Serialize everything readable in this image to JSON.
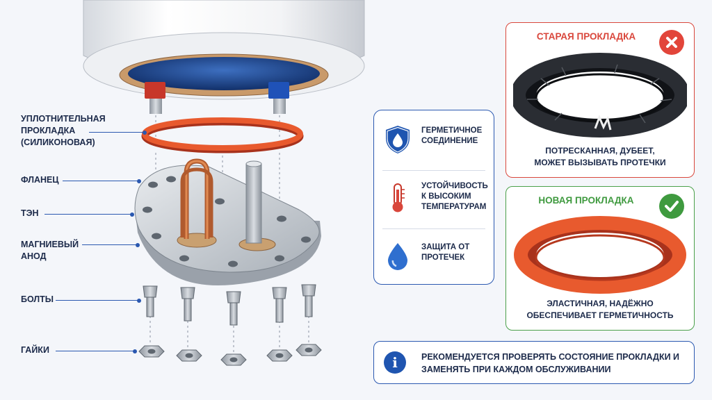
{
  "colors": {
    "accent": "#2a58b0",
    "old": "#d9463b",
    "new": "#4aa04a",
    "gasket": "#e04a28"
  },
  "labels": {
    "gasket": "УПЛОТНИТЕЛЬНАЯ\nПРОКЛАДКА\n(СИЛИКОНОВАЯ)",
    "flange": "ФЛАНЕЦ",
    "heater": "ТЭН",
    "anode": "МАГНИЕВЫЙ\nАНОД",
    "bolts": "БОЛТЫ",
    "nuts": "ГАЙКИ"
  },
  "features": [
    {
      "icon": "shield-drop-icon",
      "text": "Герметичное соединение"
    },
    {
      "icon": "thermometer-icon",
      "text": "Устойчивость к высоким температурам"
    },
    {
      "icon": "water-drop-icon",
      "text": "Защита от протечек"
    }
  ],
  "old_gasket": {
    "title": "СТАРАЯ ПРОКЛАДКА",
    "desc": "ПОТРЕСКАННАЯ, ДУБЕЕТ,\nМОЖЕТ ВЫЗЫВАТЬ ПРОТЕЧКИ",
    "badge_icon": "cross-icon"
  },
  "new_gasket": {
    "title": "НОВАЯ ПРОКЛАДКА",
    "desc": "ЭЛАСТИЧНАЯ, НАДЁЖНО\nОБЕСПЕЧИВАЕТ ГЕРМЕТИЧНОСТЬ",
    "badge_icon": "check-icon"
  },
  "note": {
    "icon": "info-icon",
    "glyph": "i",
    "text": "Рекомендуется проверять состояние прокладки и заменять при каждом обслуживании"
  }
}
